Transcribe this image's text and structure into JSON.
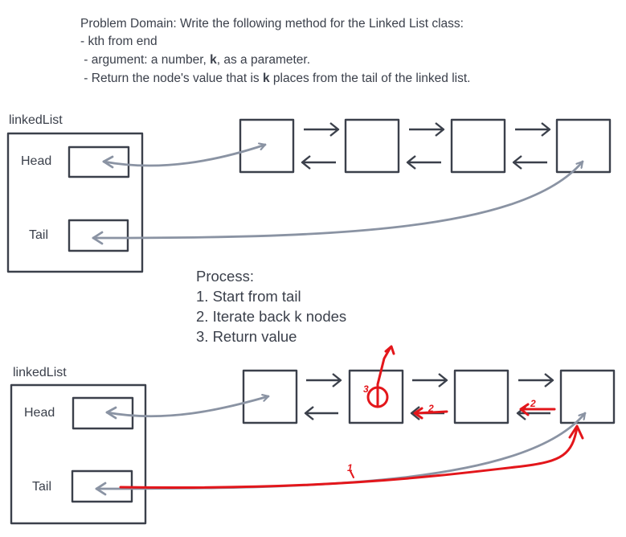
{
  "problem": {
    "line1": "Problem Domain: Write the following method for the Linked List class:",
    "line2": "- kth from end",
    "line3_pre": " - argument: a number, ",
    "line3_k": "k",
    "line3_post": ", as a parameter.",
    "line4_pre": " - Return the node's value that is ",
    "line4_k": "k",
    "line4_post": " places from the tail of the linked list."
  },
  "process": {
    "title": "Process:",
    "steps": [
      "1. Start from tail",
      "2. Iterate back k nodes",
      "3. Return value"
    ]
  },
  "diagram_top": {
    "container_label": "linkedList",
    "head_label": "Head",
    "tail_label": "Tail"
  },
  "diagram_bottom": {
    "container_label": "linkedList",
    "head_label": "Head",
    "tail_label": "Tail",
    "annotations": {
      "step1": "1",
      "step2a": "2",
      "step2b": "2",
      "step3": "3"
    }
  },
  "colors": {
    "ink": "#3b404b",
    "arrow_gray": "#8a93a3",
    "annotation_red": "#e3161b"
  }
}
